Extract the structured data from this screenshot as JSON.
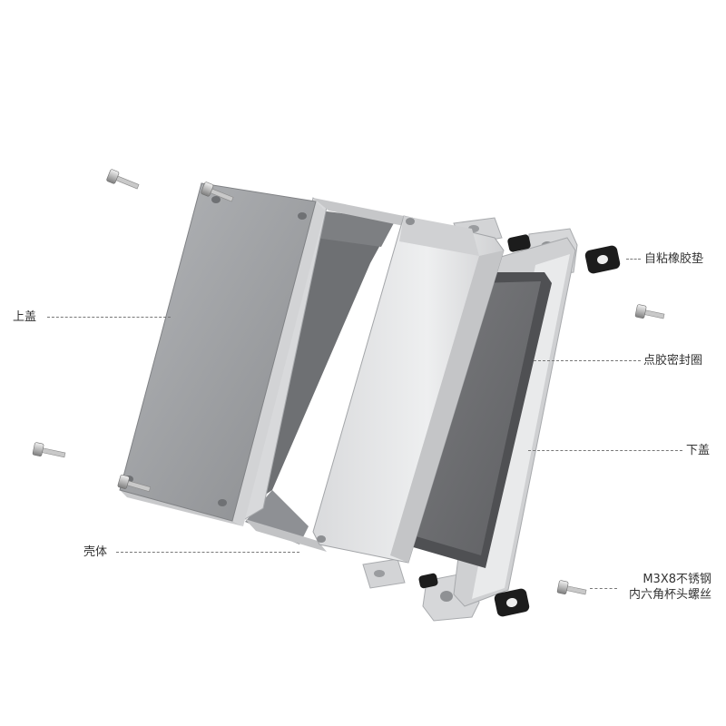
{
  "labels": {
    "top_cover": "上盖",
    "shell": "壳体",
    "adhesive_gasket": "自粘橡胶垫",
    "glue_seal_ring": "点胶密封圈",
    "bottom_cover": "下盖",
    "screw_line1": "M3X8不锈钢",
    "screw_line2": "内六角杯头螺丝"
  },
  "colors": {
    "background": "#ffffff",
    "aluminum_light": "#e4e5e7",
    "aluminum_mid": "#b9bbbe",
    "aluminum_dark": "#8e9094",
    "seal_gray": "#6f7073",
    "gasket_black": "#1c1c1c",
    "leader_line": "#777777",
    "label_text": "#333333"
  }
}
